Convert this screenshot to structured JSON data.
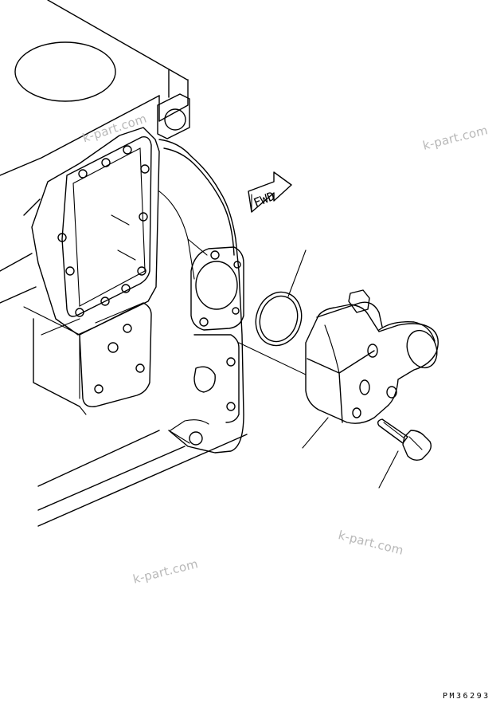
{
  "watermarks": [
    "k-part.com",
    "k-part.com",
    "k-part.com",
    "k-part.com"
  ],
  "direction_marker": "FWD",
  "drawing_code": "PM36293"
}
